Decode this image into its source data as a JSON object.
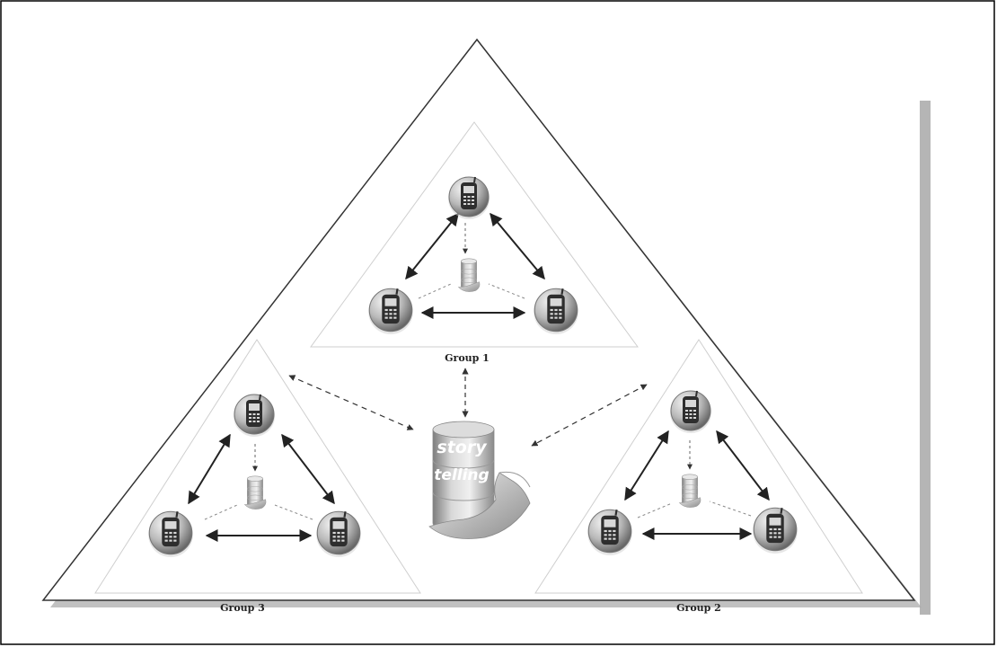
{
  "diagram": {
    "center_db_lines": [
      "story",
      "telling"
    ],
    "groups": [
      {
        "id": "group-1",
        "label": "Group 1"
      },
      {
        "id": "group-2",
        "label": "Group 2"
      },
      {
        "id": "group-3",
        "label": "Group 3"
      }
    ],
    "icons": {
      "phone": "mobile-phone-icon",
      "database": "database-hand-icon"
    },
    "colors": {
      "frame": "#000000",
      "outline": "#333333",
      "inner_outline": "#cfcfcf",
      "shadow": "#a0a0a0",
      "arrow": "#222222",
      "phone_ball_light": "#f2f2f2",
      "phone_ball_dark": "#6e6e6e"
    }
  }
}
